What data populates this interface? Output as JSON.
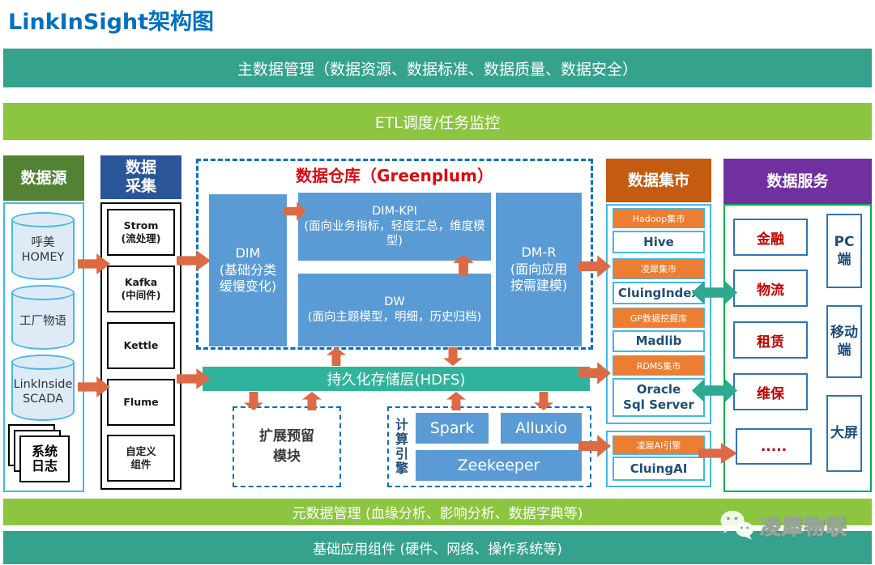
{
  "title": "LinkInSight架构图",
  "banners": {
    "master_data": "主数据管理（数据资源、数据标准、数据质量、数据安全）",
    "etl": "ETL调度/任务监控",
    "metadata": "元数据管理 (血缘分析、影响分析、数据字典等)",
    "foundation": "基础应用组件 (硬件、网络、操作系统等)"
  },
  "source": {
    "header": "数据源",
    "items": [
      "呼美\nHOMEY",
      "工厂物语",
      "LinkInside\nSCADA"
    ],
    "log_stack": "系统\n日志"
  },
  "collect": {
    "header": "数据\n采集",
    "items": [
      "Strom\n(流处理)",
      "Kafka\n(中间件)",
      "Kettle",
      "Flume",
      "自定义\n组件"
    ]
  },
  "warehouse": {
    "title": "数据仓库（Greenplum）",
    "dim": "DIM\n(基础分类\n缓慢变化)",
    "dim_kpi": "DIM-KPI\n(面向业务指标，轻度汇总，维度模型)",
    "dw": "DW\n(面向主题模型，明细，历史归档)",
    "dm_r": "DM-R\n(面向应用\n按需建模)"
  },
  "hdfs": "持久化存储层(HDFS)",
  "reserved": "扩展预留\n模块",
  "compute": {
    "label": "计算引擎",
    "items": [
      "Spark",
      "Alluxio",
      "Zeekeeper"
    ]
  },
  "mart": {
    "header": "数据集市",
    "items": [
      {
        "tag": "Hadoop集市",
        "name": "Hive"
      },
      {
        "tag": "凌犀集市",
        "name": "CluingIndex"
      },
      {
        "tag": "GP数据挖掘库",
        "name": "Madlib"
      },
      {
        "tag": "RDMS集市",
        "name": "Oracle\nSql Server"
      }
    ],
    "ai": {
      "tag": "凌犀AI引擎",
      "name": "CluingAI"
    }
  },
  "service": {
    "header": "数据服务",
    "business": [
      "金融",
      "物流",
      "租赁",
      "维保",
      "....."
    ],
    "channels": [
      "PC\n端",
      "移动\n端",
      "大屏"
    ]
  },
  "logo": {
    "text": "凌犀物联",
    "icon": "wechat-icon"
  },
  "colors": {
    "title_blue": "#0070C0",
    "teal_banner": "#34A28C",
    "green_banner": "#8CC540",
    "source_header_green": "#548235",
    "collect_header_blue": "#2A5699",
    "warehouse_box_blue": "#5B9BD5",
    "dashed_border_blue": "#0070C0",
    "arrow_orange": "#DC6A45",
    "arrow_teal": "#2FA891",
    "mart_header_orange": "#C55A11",
    "mart_tag_orange": "#ED7D31",
    "service_header_purple": "#7030A0",
    "service_border_green": "#00B050",
    "hdfs_teal": "#30B39C",
    "warehouse_title_red": "#D90A12",
    "business_text_red": "#C00000",
    "navy_text": "#1F4E79",
    "container_border_cyan": "#3FB9EC"
  }
}
